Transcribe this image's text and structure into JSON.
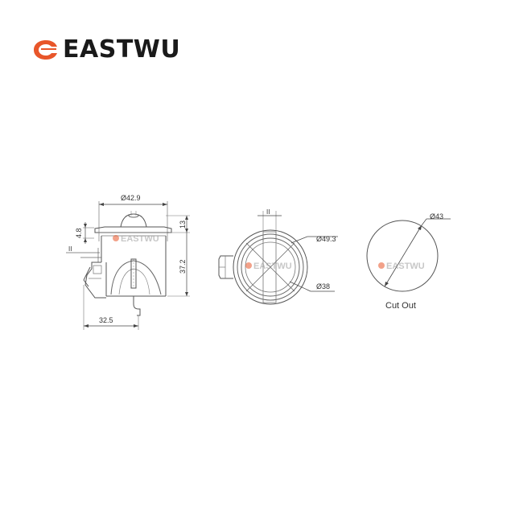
{
  "brand": {
    "name": "EASTWU",
    "watermark": "EASTWU",
    "logo_color": "#e8562a",
    "logo_icon": "eastwu-swirl-logo"
  },
  "side_view": {
    "dim_top_diameter": "Ø42.9",
    "dim_cap_height": "4.8",
    "dim_top_gap": "13",
    "dim_body_height": "37.2",
    "dim_thread": "II",
    "dim_width": "32.5"
  },
  "front_view": {
    "dim_slot": "II",
    "dim_outer_diameter": "Ø49.3",
    "dim_inner_diameter": "Ø38"
  },
  "cutout": {
    "dim_diameter": "Ø43",
    "label": "Cut Out"
  }
}
